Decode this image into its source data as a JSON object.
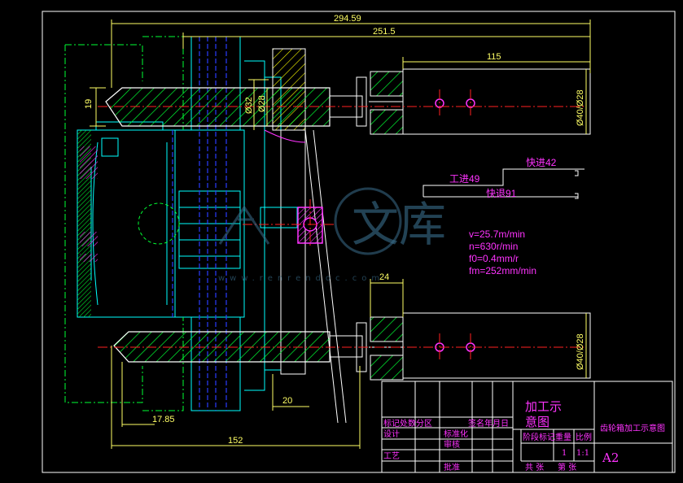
{
  "dimensions": {
    "overall_length": "294.59",
    "length_251": "251.5",
    "length_115": "115",
    "height_19": "19",
    "dia_32": "Ø32",
    "dia_28_top": "Ø28",
    "dia_40_28_top": "Ø40/Ø28",
    "dia_40_28_bottom": "Ø40/Ø28",
    "length_24": "24",
    "length_20": "20",
    "length_17_85": "17.85",
    "length_152": "152"
  },
  "feed_cycle": {
    "fast_forward": "快进42",
    "work_feed": "工进49",
    "fast_return": "快退91"
  },
  "cutting_params": {
    "v": "v=25.7m/min",
    "n": "n=630r/min",
    "f0": "f0=0.4mm/r",
    "fm": "fm=252mm/min"
  },
  "title_block": {
    "drawing_name_line1": "加工示",
    "drawing_name_line2": "意图",
    "product_name": "齿轮箱加工示意图",
    "sheet_size": "A2",
    "row_mark": "标记处数分区",
    "row_sign": "签名年月日",
    "design": "设计",
    "standardize": "标准化",
    "stage_mark": "阶段标记",
    "weight": "重量",
    "scale": "比例",
    "review": "审核",
    "process": "工艺",
    "approve": "批准",
    "scale_value_a": "1",
    "scale_value_b": "1:1",
    "sheet_total": "共 张",
    "sheet_no": "第 张"
  },
  "watermark": {
    "glyphs": "文库",
    "url": "www.renrendoc.com"
  },
  "colors": {
    "background": "#000000",
    "dimension": "#ffff66",
    "annotation": "#ff33ff",
    "outline_white": "#ffffff",
    "green": "#00ff33",
    "cyan": "#00ffff",
    "blue": "#2a3cff",
    "red": "#ff2020",
    "hatch_yellow": "#ffff00"
  }
}
